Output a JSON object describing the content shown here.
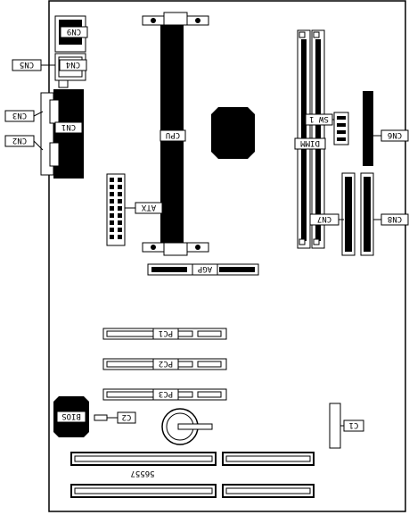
{
  "labels": {
    "cn9": "CN9",
    "cn4": "CN4",
    "cn5": "CN5",
    "cn3": "CN3",
    "cn1": "CN1",
    "cn2": "CN2",
    "cpu": "CPU",
    "atx": "ATX",
    "agp": "AGP",
    "dimm": "DIMM",
    "sw1": "SW 1",
    "cn6": "CN6",
    "cn7": "CN7",
    "cn8": "CN8",
    "pc1": "PC1",
    "pc2": "PC2",
    "pc3": "PC3",
    "bios": "BIOS",
    "c2": "C2",
    "c1": "C1",
    "board_code": "56557"
  }
}
